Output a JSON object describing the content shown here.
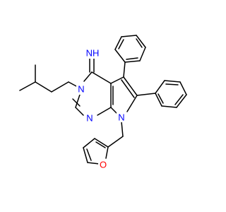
{
  "molecule": {
    "colors": {
      "nitrogen": "#0000ff",
      "oxygen": "#ff0000",
      "bond": "#000000",
      "background": "#ffffff"
    },
    "labels": {
      "imine": "NH",
      "n3": "N",
      "n1": "N",
      "n7": "N",
      "furan_o": "O"
    }
  }
}
